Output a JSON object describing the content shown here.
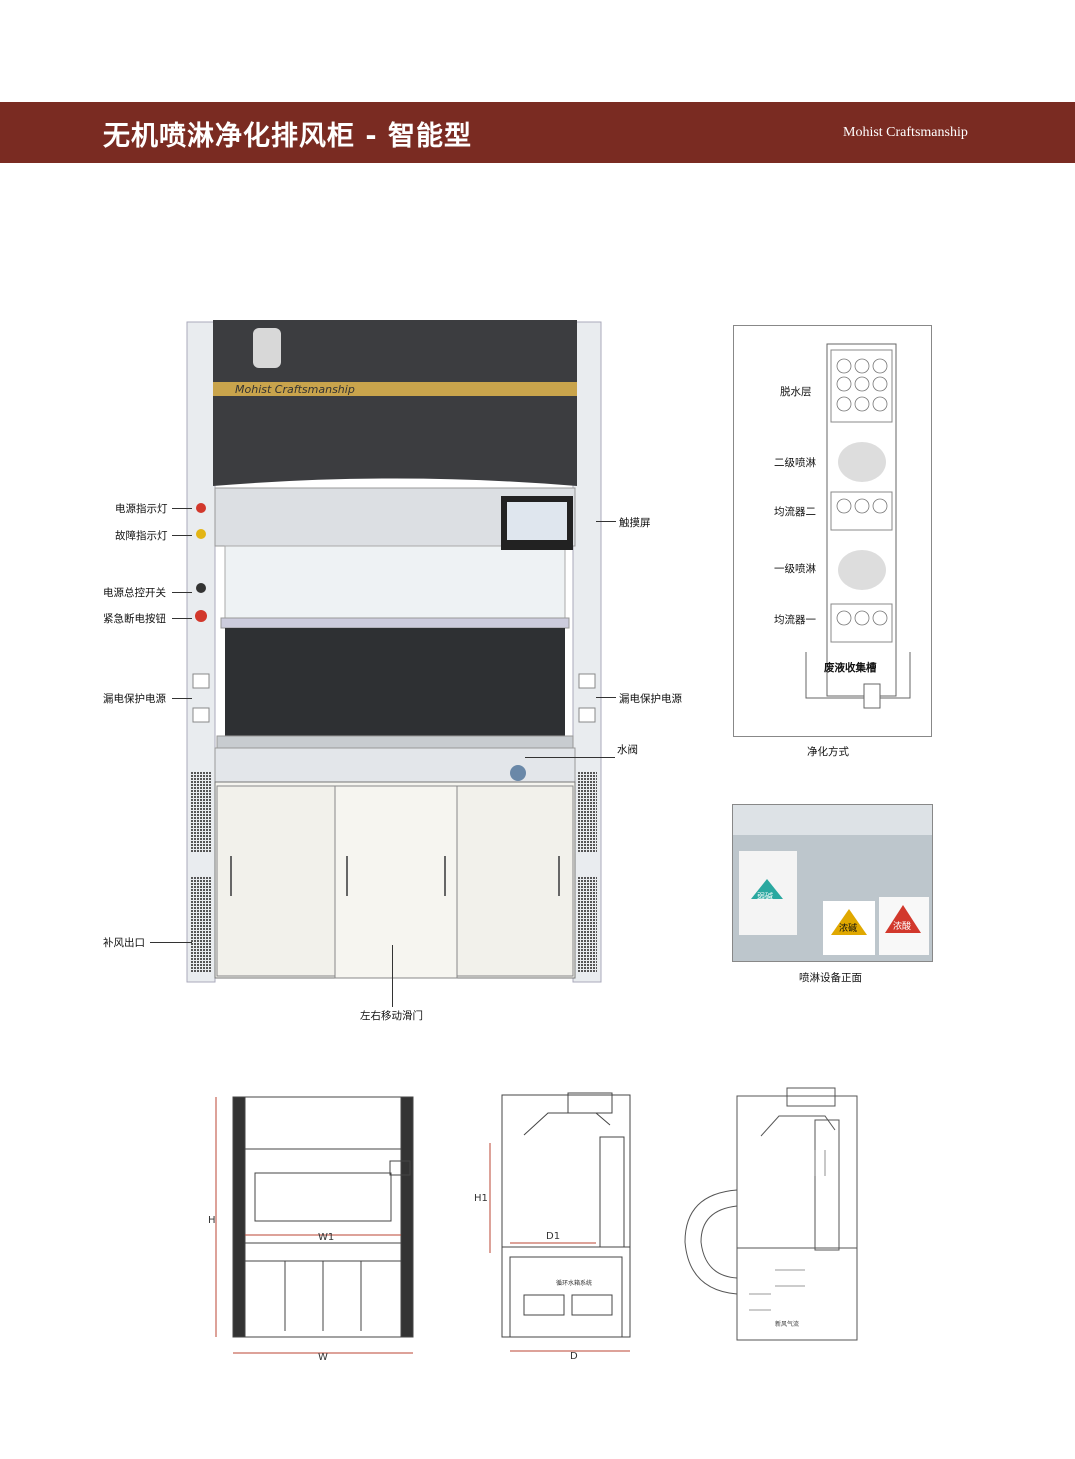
{
  "header": {
    "title": "无机喷淋净化排风柜 - 智能型",
    "brand": "Mohist Craftsmanship"
  },
  "cabinet": {
    "brand_strip": "Mohist Craftsmanship",
    "callouts": {
      "power_light": "电源指示灯",
      "fault_light": "故障指示灯",
      "main_switch": "电源总控开关",
      "emergency_stop": "紧急断电按钮",
      "leakage_left": "漏电保护电源",
      "touchscreen": "触摸屏",
      "leakage_right": "漏电保护电源",
      "water_valve": "水阀",
      "air_outlet": "补风出口",
      "sliding_door": "左右移动滑门"
    }
  },
  "purification": {
    "layers": {
      "dewater": "脱水层",
      "spray2": "二级喷淋",
      "diffuser2": "均流器二",
      "spray1": "一级喷淋",
      "diffuser1": "均流器一",
      "tank": "废液收集槽"
    },
    "caption": "净化方式"
  },
  "spray_photo": {
    "caption": "喷淋设备正面",
    "labels": {
      "weak": "弱碱",
      "base": "浓碱",
      "acid": "浓酸"
    }
  },
  "drawings": {
    "front": {
      "H": "H",
      "W1": "W1",
      "W": "W"
    },
    "side": {
      "H1": "H1",
      "D1": "D1",
      "D": "D",
      "note": "循环水箱系统"
    },
    "flow": {
      "note": "新风气流"
    }
  },
  "colors": {
    "banner": "#7a2b22",
    "cabinet_top": "#3c3d40",
    "brand_strip": "#c9a44c"
  }
}
